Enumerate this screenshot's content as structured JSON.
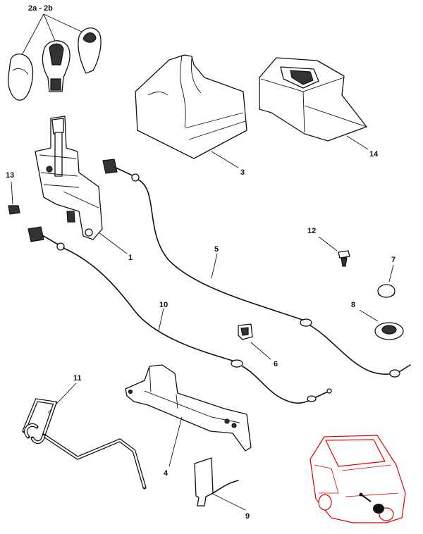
{
  "callouts": [
    {
      "id": "p1",
      "label": "1"
    },
    {
      "id": "p2",
      "label": "2a - 2b"
    },
    {
      "id": "p3",
      "label": "3"
    },
    {
      "id": "p4",
      "label": "4"
    },
    {
      "id": "p5",
      "label": "5"
    },
    {
      "id": "p6",
      "label": "6"
    },
    {
      "id": "p7",
      "label": "7"
    },
    {
      "id": "p8",
      "label": "8"
    },
    {
      "id": "p9",
      "label": "9"
    },
    {
      "id": "p10",
      "label": "10"
    },
    {
      "id": "p11",
      "label": "11"
    },
    {
      "id": "p12",
      "label": "12"
    },
    {
      "id": "p13",
      "label": "13"
    },
    {
      "id": "p14",
      "label": "14"
    }
  ],
  "colors": {
    "line": "#111111",
    "locator": "#e00000",
    "background": "#ffffff"
  }
}
